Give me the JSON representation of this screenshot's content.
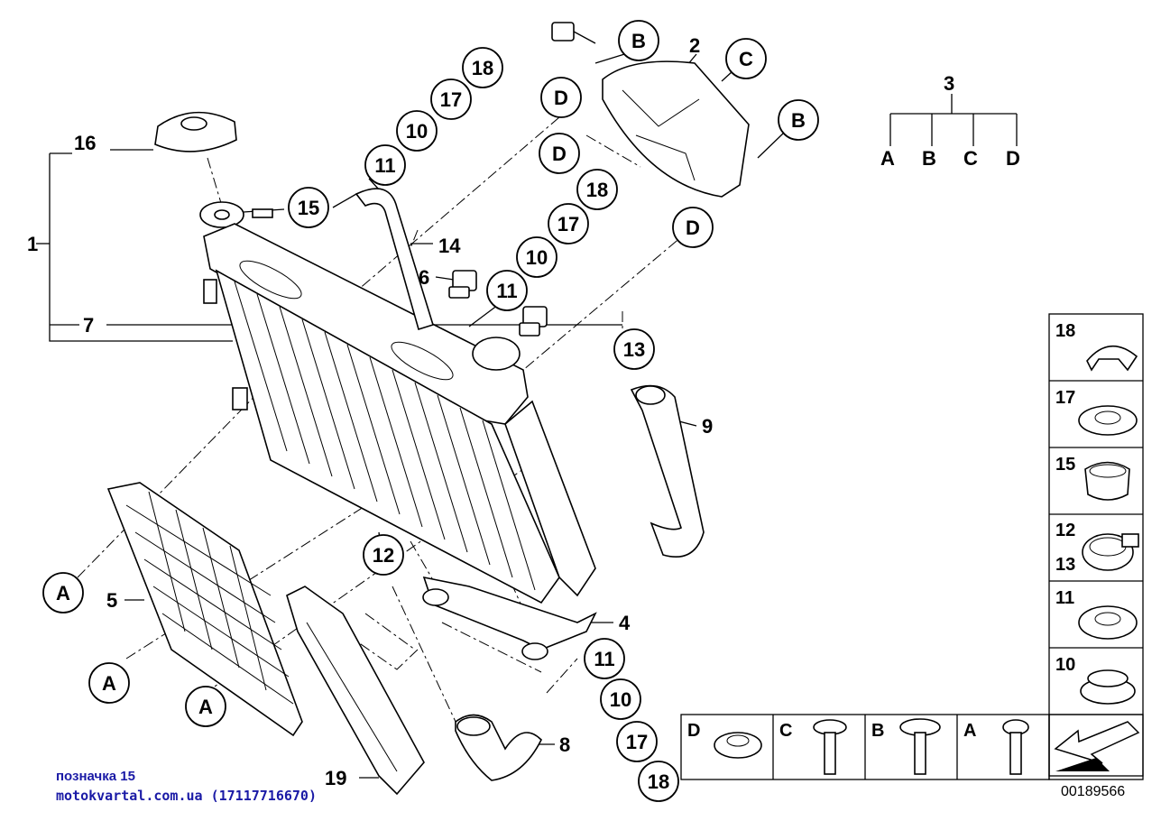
{
  "diagram": {
    "callouts": {
      "c1": "1",
      "c2": "2",
      "c3": "3",
      "c4": "4",
      "c5": "5",
      "c6": "6",
      "c7": "7",
      "c8": "8",
      "c9": "9",
      "c14": "14",
      "c16": "16",
      "c19": "19"
    },
    "bubbles": [
      {
        "id": "b-18a",
        "text": "18"
      },
      {
        "id": "b-17a",
        "text": "17"
      },
      {
        "id": "b-10a",
        "text": "10"
      },
      {
        "id": "b-11a",
        "text": "11"
      },
      {
        "id": "b-15",
        "text": "15"
      },
      {
        "id": "b-Da",
        "text": "D"
      },
      {
        "id": "b-Ba",
        "text": "B"
      },
      {
        "id": "b-Ca",
        "text": "C"
      },
      {
        "id": "b-Bb",
        "text": "B"
      },
      {
        "id": "b-Db",
        "text": "D"
      },
      {
        "id": "b-18b",
        "text": "18"
      },
      {
        "id": "b-17b",
        "text": "17"
      },
      {
        "id": "b-10b",
        "text": "10"
      },
      {
        "id": "b-Dc",
        "text": "D"
      },
      {
        "id": "b-11b",
        "text": "11"
      },
      {
        "id": "b-13",
        "text": "13"
      },
      {
        "id": "b-12",
        "text": "12"
      },
      {
        "id": "b-Aa",
        "text": "A"
      },
      {
        "id": "b-Ab",
        "text": "A"
      },
      {
        "id": "b-Ac",
        "text": "A"
      },
      {
        "id": "b-11c",
        "text": "11"
      },
      {
        "id": "b-10c",
        "text": "10"
      },
      {
        "id": "b-17c",
        "text": "17"
      },
      {
        "id": "b-18c",
        "text": "18"
      }
    ],
    "tree": {
      "root": "3",
      "leaves": [
        "A",
        "B",
        "C",
        "D"
      ]
    },
    "side_table": [
      "18",
      "17",
      "15",
      "12",
      "13",
      "11",
      "10"
    ],
    "bottom_table": [
      "D",
      "C",
      "B",
      "A"
    ]
  },
  "watermark": {
    "label": "позначка 15",
    "site": "motokvartal.com.ua (17117716670)"
  },
  "ref_number": "00189566"
}
